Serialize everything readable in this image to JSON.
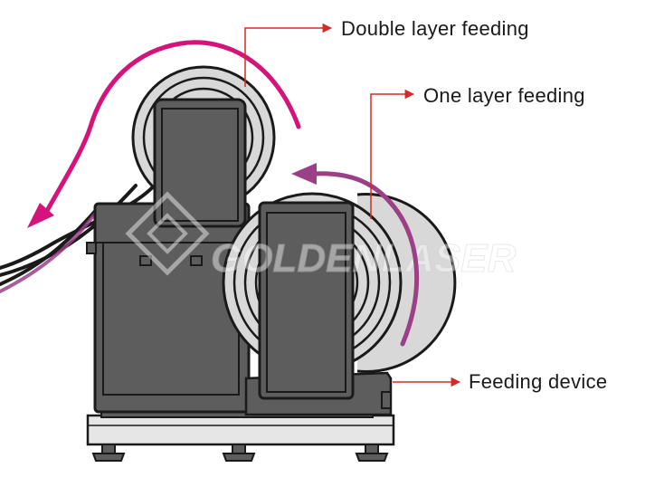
{
  "labels": {
    "double_layer": "Double layer feeding",
    "one_layer": "One layer feeding",
    "feeding_device": "Feeding device"
  },
  "watermark": "GOLDENLASER",
  "colors": {
    "body": "#5d5d5d",
    "outline": "#1a1a1a",
    "roll": "#d4d4d4",
    "arrow_double": "#d4147a",
    "arrow_one": "#9b3f86",
    "leader": "#d62b22",
    "base": "#e6e6e6"
  }
}
